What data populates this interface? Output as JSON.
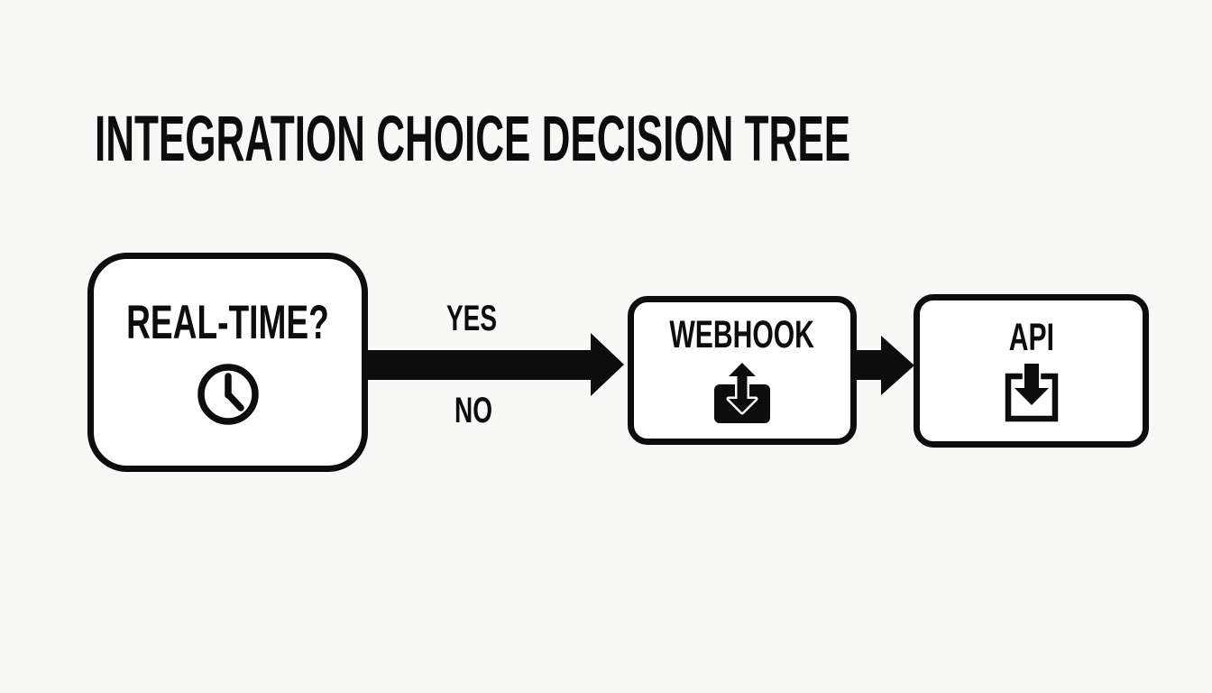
{
  "title": "INTEGRATION CHOICE DECISION TREE",
  "colors": {
    "ink": "#0d0d0d",
    "background": "#f8f8f6",
    "node_fill": "#ffffff"
  },
  "nodes": {
    "realtime": {
      "label": "REAL-TIME?",
      "icon": "clock-icon"
    },
    "webhook": {
      "label": "WEBHOOK",
      "icon": "inbox-transfer-icon"
    },
    "api": {
      "label": "API",
      "icon": "download-box-icon"
    }
  },
  "edges": {
    "realtime_to_webhook": {
      "label_top": "YES",
      "label_bottom": "NO"
    },
    "webhook_to_api": {
      "label_top": "",
      "label_bottom": ""
    }
  }
}
